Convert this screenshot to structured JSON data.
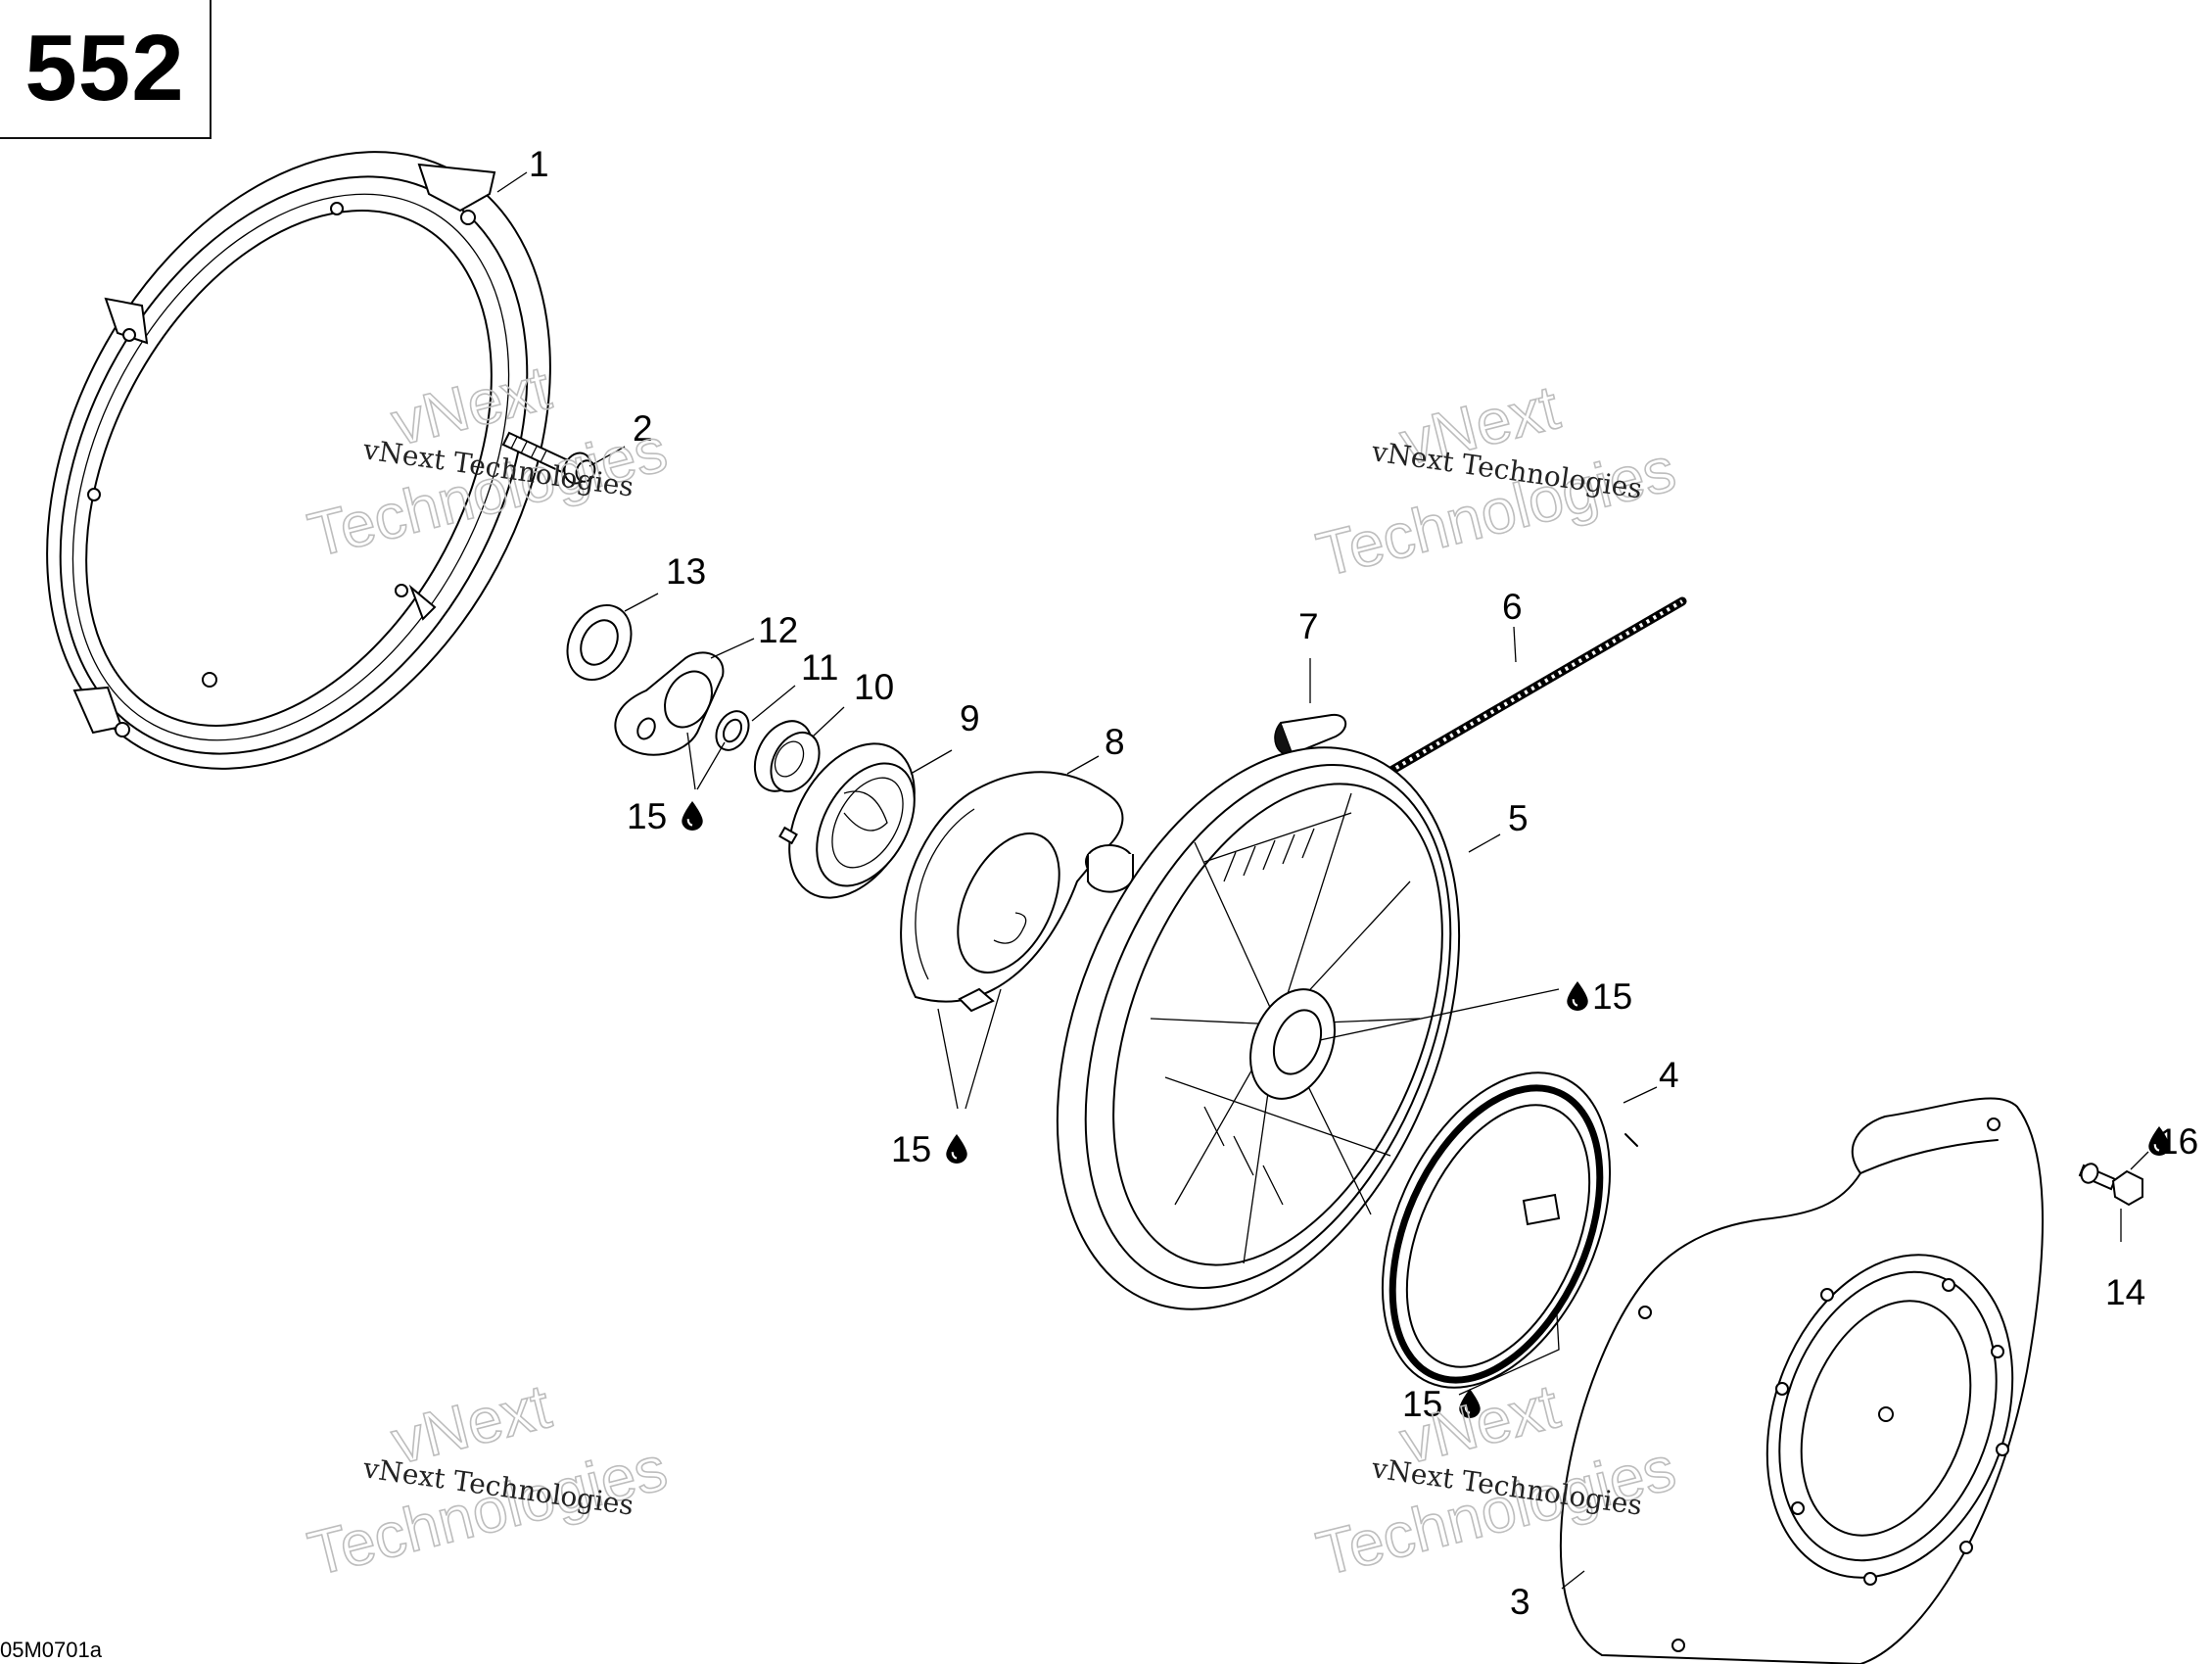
{
  "page": {
    "number": "552",
    "figure_code": "05M0701a"
  },
  "watermark": {
    "line1": "vNext Technologies",
    "big_top": "vNext",
    "big_bottom": "Technologies"
  },
  "callouts": {
    "c1": "1",
    "c2": "2",
    "c3": "3",
    "c4": "4",
    "c5": "5",
    "c6": "6",
    "c7": "7",
    "c8": "8",
    "c9": "9",
    "c10": "10",
    "c11": "11",
    "c12": "12",
    "c13": "13",
    "c14": "14",
    "c15": "15",
    "c16": "16"
  },
  "icons": {
    "lubricant": "oil-drop-icon"
  }
}
